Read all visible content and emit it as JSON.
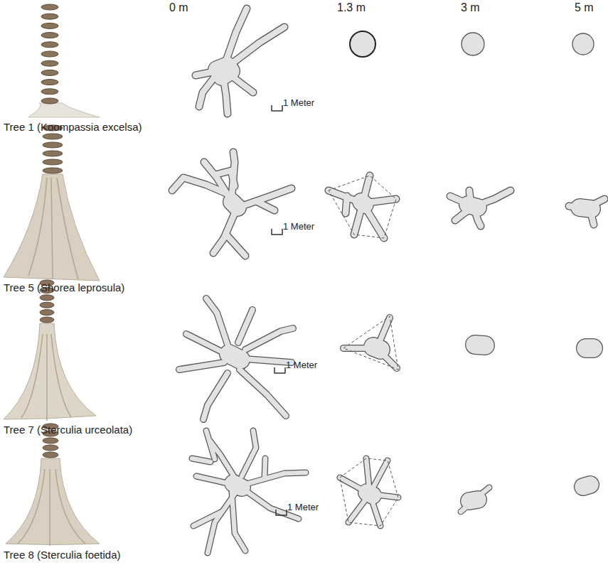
{
  "diagram": {
    "labels": [
      "0 m",
      "1.3 m",
      "3 m",
      "5 m",
      "Tree 1 (Koompassia excelsa)",
      "1 Meter",
      "Tree 5 (Shorea leprosula)",
      "1 Meter",
      "Tree 7 (Sterculia urceolata)",
      "1 Meter",
      "Tree 8 (Sterculia foetida)",
      "1 Meter"
    ]
  }
}
